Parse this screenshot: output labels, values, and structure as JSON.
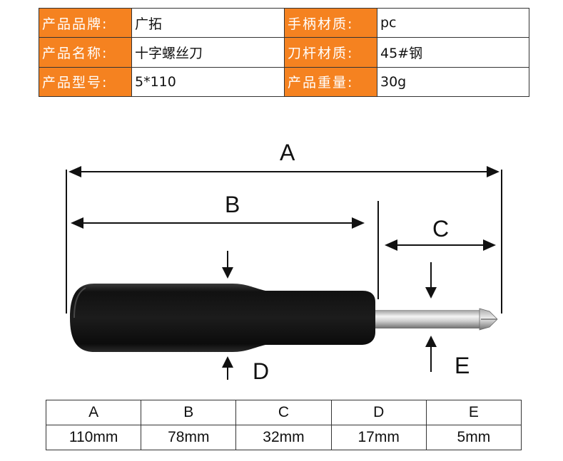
{
  "spec": {
    "brand_label": "产品品牌:",
    "brand_value": "广拓",
    "handle_material_label": "手柄材质:",
    "handle_material_value": "pc",
    "name_label": "产品名称:",
    "name_value": "十字螺丝刀",
    "shaft_material_label": "刀杆材质:",
    "shaft_material_value": "45#钢",
    "model_label": "产品型号:",
    "model_value": "5*110",
    "weight_label": "产品重量:",
    "weight_value": "30g"
  },
  "diagram": {
    "label_a": "A",
    "label_b": "B",
    "label_c": "C",
    "label_d": "D",
    "label_e": "E"
  },
  "dimensions": {
    "headers": [
      "A",
      "B",
      "C",
      "D",
      "E"
    ],
    "values": [
      "110mm",
      "78mm",
      "32mm",
      "17mm",
      "5mm"
    ]
  },
  "colors": {
    "label_bg": "#f58220",
    "handle": "#1c1c1c",
    "shaft": "#c8c8c8"
  }
}
